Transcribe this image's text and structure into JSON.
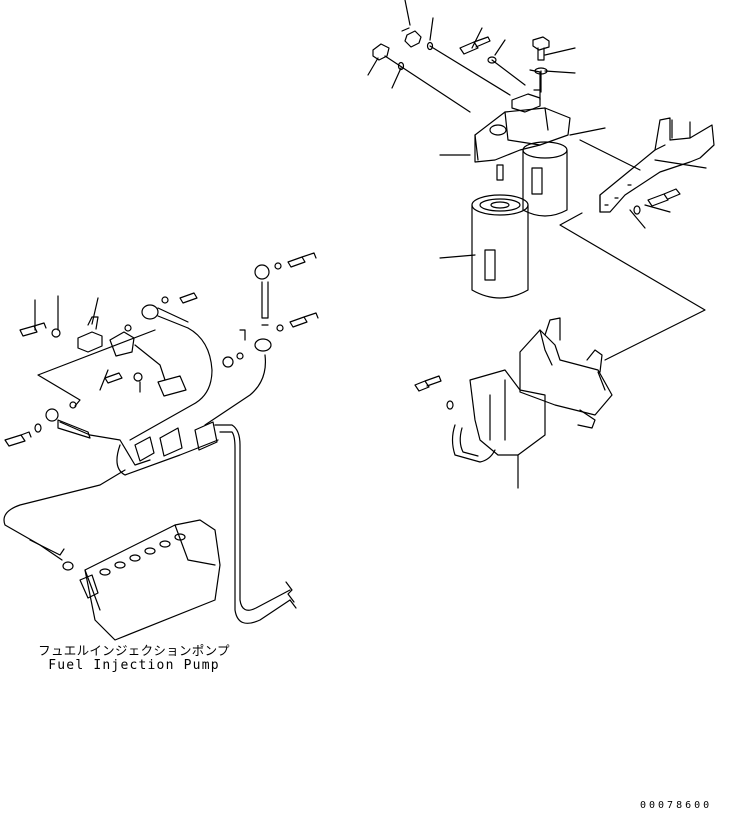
{
  "labels": {
    "pump_jp": "フュエルインジェクションポンプ",
    "pump_en": "Fuel Injection Pump"
  },
  "document_number": "00078600"
}
